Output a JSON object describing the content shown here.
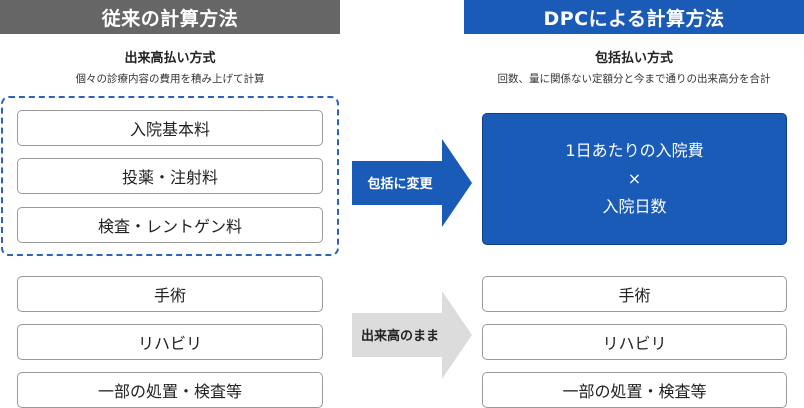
{
  "left": {
    "header": "従来の計算方法",
    "title": "出来高払い方式",
    "description": "個々の診療内容の費用を積み上げて計算",
    "grouped_items": [
      "入院基本料",
      "投薬・注射料",
      "検査・レントゲン料"
    ],
    "other_items": [
      "手術",
      "リハビリ",
      "一部の処置・検査等"
    ]
  },
  "right": {
    "header": "DPCによる計算方法",
    "title": "包括払い方式",
    "description": "回数、量に関係ない定額分と今まで通りの出来高分を合計",
    "formula": {
      "line1": "1日あたりの入院費",
      "operator": "×",
      "line2": "入院日数"
    },
    "other_items": [
      "手術",
      "リハビリ",
      "一部の処置・検査等"
    ]
  },
  "arrows": {
    "upper_label": "包括に変更",
    "upper_color": "#1a5bb8",
    "lower_label": "出来高のまま",
    "lower_color": "#dcdcdc"
  }
}
